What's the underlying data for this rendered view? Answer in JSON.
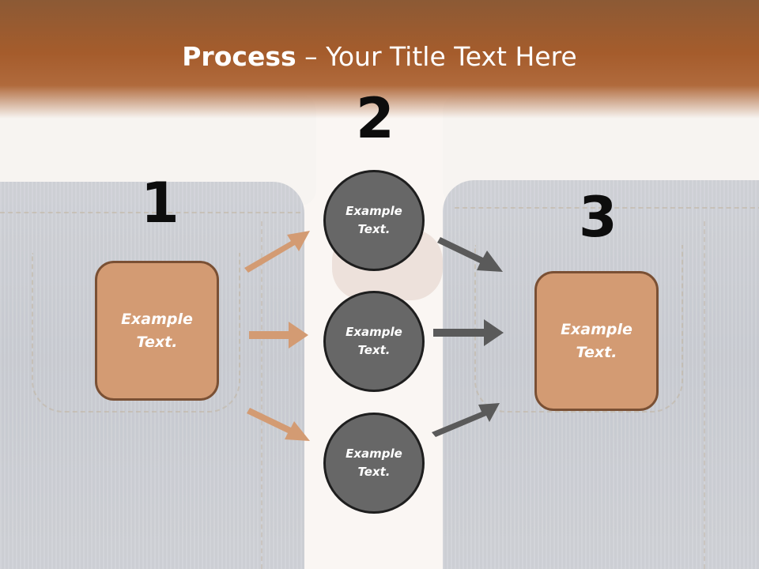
{
  "slide": {
    "title_bold": "Process",
    "title_rest": " – Your Title Text Here",
    "steps": {
      "one": "1",
      "two": "2",
      "three": "3"
    },
    "left_box": {
      "line1": "Example",
      "line2": "Text."
    },
    "right_box": {
      "line1": "Example",
      "line2": "Text."
    },
    "circles": [
      {
        "line1": "Example",
        "line2": "Text."
      },
      {
        "line1": "Example",
        "line2": "Text."
      },
      {
        "line1": "Example",
        "line2": "Text."
      }
    ]
  },
  "colors": {
    "header_brown": "#a55c2c",
    "box_fill": "#d39b73",
    "box_border": "#7a5034",
    "circle_fill": "#676767",
    "circle_border": "#1e1e1e",
    "arrow_orange": "#d39b73",
    "arrow_gray": "#5a5a5a"
  }
}
